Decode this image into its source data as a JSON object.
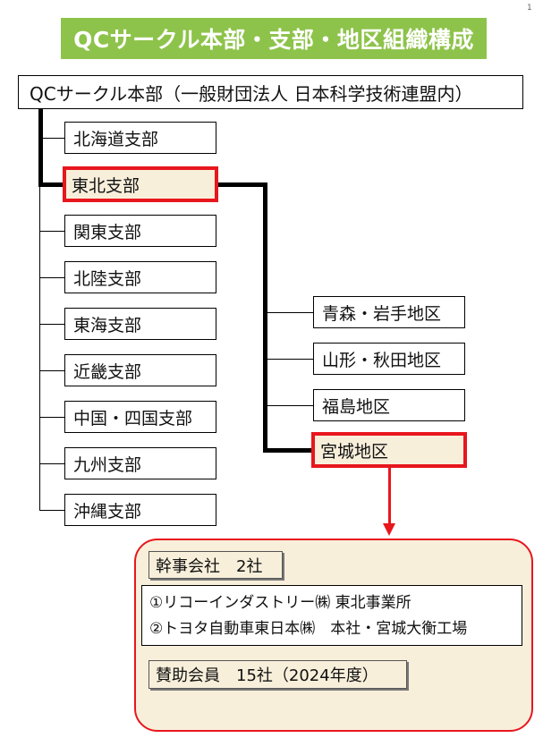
{
  "page_number": "1",
  "title": "QCサークル本部・支部・地区組織構成",
  "headquarters": "QCサークル本部（一般財団法人 日本科学技術連盟内）",
  "branches": [
    "北海道支部",
    "東北支部",
    "関東支部",
    "北陸支部",
    "東海支部",
    "近畿支部",
    "中国・四国支部",
    "九州支部",
    "沖縄支部"
  ],
  "highlighted_branch": "東北支部",
  "districts": [
    "青森・岩手地区",
    "山形・秋田地区",
    "福島地区",
    "宮城地区"
  ],
  "highlighted_district": "宮城地区",
  "detail": {
    "secretariat_label": "幹事会社　2社",
    "companies": [
      "①リコーインダストリー㈱ 東北事業所",
      "②トヨタ自動車東日本㈱　本社・宮城大衡工場"
    ],
    "sponsors_label": "賛助会員　15社（2024年度）"
  },
  "colors": {
    "title_background": "#8dc34a",
    "highlight_border": "#e8161d",
    "highlight_fill": "#f8efdb"
  }
}
